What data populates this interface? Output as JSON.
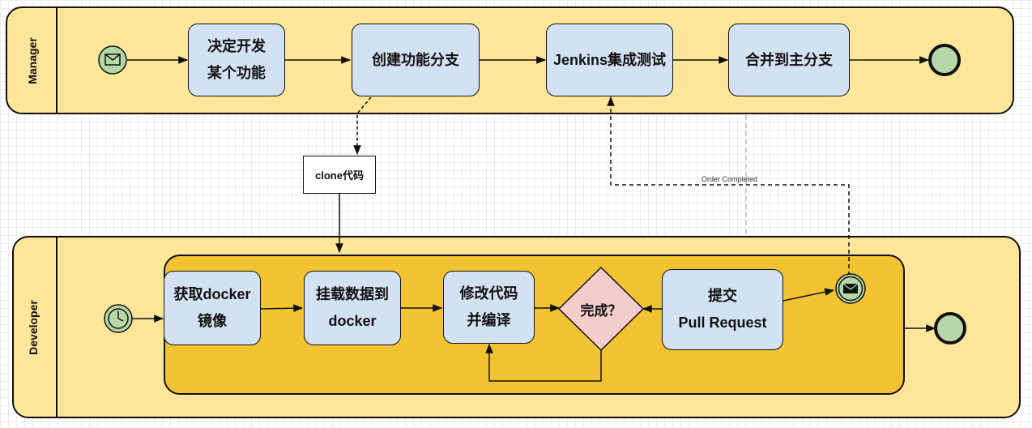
{
  "pools": {
    "manager": {
      "label": "Manager"
    },
    "developer": {
      "label": "Developer"
    }
  },
  "manager_tasks": {
    "decide": {
      "line1": "决定开发",
      "line2": "某个功能"
    },
    "create_branch": {
      "label": "创建功能分支"
    },
    "jenkins": {
      "label": "Jenkins集成测试"
    },
    "merge": {
      "label": "合并到主分支"
    }
  },
  "developer_tasks": {
    "get_image": {
      "line1": "获取docker",
      "line2": "镜像"
    },
    "mount": {
      "line1": "挂载数据到",
      "line2": "docker"
    },
    "modify": {
      "line1": "修改代码",
      "line2": "并编译"
    },
    "submit": {
      "line1": "提交",
      "line2": "Pull Request"
    }
  },
  "gateway": {
    "label": "完成？"
  },
  "annotation": {
    "label": "clone代码"
  },
  "message_flow": {
    "label": "Order Completed"
  },
  "colors": {
    "pool_fill": "#fde59a",
    "subprocess_fill": "#f1c232",
    "task_fill": "#d3e2f2",
    "gateway_fill": "#f4cccc",
    "event_fill": "#b6d7a8"
  }
}
